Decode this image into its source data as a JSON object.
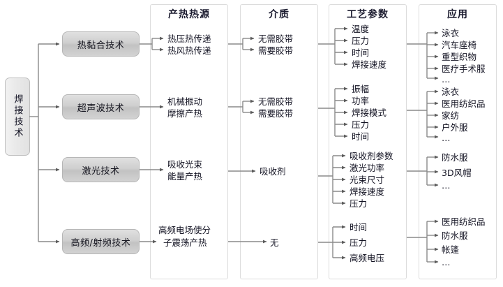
{
  "diagram": {
    "root": {
      "label": "焊接技术"
    },
    "columns": [
      {
        "key": "heat_source",
        "title": "产热热源"
      },
      {
        "key": "medium",
        "title": "介质"
      },
      {
        "key": "parameters",
        "title": "工艺参数"
      },
      {
        "key": "applications",
        "title": "应用"
      }
    ],
    "rows": [
      {
        "tech": "热黏合技术",
        "heat_source": [
          "热压热传递",
          "热风热传递"
        ],
        "medium": [
          "无需胶带",
          "需要胶带"
        ],
        "parameters": [
          "温度",
          "压力",
          "时间",
          "焊接速度"
        ],
        "applications": [
          "泳衣",
          "汽车座椅",
          "重型织物",
          "医疗手术服",
          "…"
        ]
      },
      {
        "tech": "超声波技术",
        "heat_source": [
          "机械振动",
          "摩擦产热"
        ],
        "medium": [
          "无需胶带",
          "需要胶带"
        ],
        "parameters": [
          "振幅",
          "功率",
          "焊接模式",
          "压力",
          "时间"
        ],
        "applications": [
          "泳衣",
          "医用纺织品",
          "家纺",
          "户外服",
          "…"
        ]
      },
      {
        "tech": "激光技术",
        "heat_source": [
          "吸收光束",
          "能量产热"
        ],
        "medium": [
          "吸收剂"
        ],
        "parameters": [
          "吸收剂参数",
          "激光功率",
          "光束尺寸",
          "焊接速度",
          "压力"
        ],
        "applications": [
          "防水服",
          "3D风帽",
          "…"
        ]
      },
      {
        "tech": "高频/射频技术",
        "heat_source": [
          "高频电场使分",
          "子震荡产热"
        ],
        "medium": [
          "无"
        ],
        "parameters": [
          "时间",
          "压力",
          "高频电压"
        ],
        "applications": [
          "医用纺织品",
          "防水服",
          "帐篷",
          "…"
        ]
      }
    ],
    "colors": {
      "panel_border": "#dcdcdc",
      "node_border": "#b6b6b6",
      "node_fill": "#cfcfcf",
      "root_fill": "#e9e9e9",
      "wire": "#8a8a8a",
      "text": "#121222"
    }
  }
}
